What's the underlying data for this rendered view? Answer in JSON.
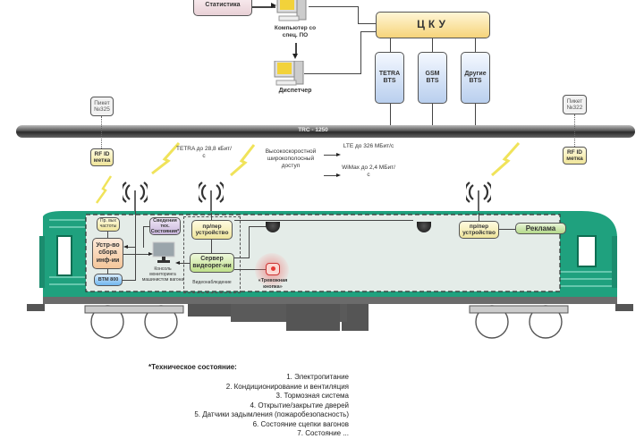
{
  "top": {
    "statistics_label": "Статистика",
    "computer_label": "Компьютер со спец. ПО",
    "dispatcher_label": "Диспетчер",
    "cku_label": "ЦКУ",
    "bts": [
      {
        "label": "TETRA BTS"
      },
      {
        "label": "GSM BTS"
      },
      {
        "label": "Другие BTS"
      }
    ]
  },
  "track": {
    "cable_label": "TRC - 1250",
    "picket_left": "Пикет №325",
    "picket_right": "Пикет №322",
    "rfid_left": "RF ID метка",
    "rfid_right": "RF ID метка"
  },
  "links": {
    "tetra_label": "TETRA до 28,8 кБит/с",
    "broadband_label": "Высокоскоростной широкополосный доступ",
    "lte_label": "LTE до 326 МБит/с",
    "wimax_label": "WiMax до 2,4 МБит/с"
  },
  "wagon": {
    "freq_label": "Пр. вых частоты",
    "collector_label": "Устр-во сбора инф-ии",
    "btm_label": "BTM 800",
    "tech_state_label": "Сведения тех. Состояния*",
    "console_label": "Консоль мониторинга машинистом вагона",
    "transceiver_left_label": "пр/пер устройство",
    "video_server_label": "Сервер видеорег-ии",
    "video_zone_label": "Видеонаблюдение",
    "alarm_label": "«Тревожная кнопка»",
    "transceiver_right_label": "пр/пер устройство",
    "ads_label": "Реклама"
  },
  "notes": {
    "title": "*Техническое состояние:",
    "items": [
      "1. Электропитание",
      "2. Кондиционирование и вентиляция",
      "3. Тормозная система",
      "4. Открытие/закрытие дверей",
      "5. Датчики задымления (пожаробезопасность)",
      "6. Состояние сцепки вагонов",
      "7. Состояние ..."
    ]
  },
  "colors": {
    "train_body": "#1fa17e",
    "cku_fill": "#f6d47a",
    "bts_fill": "#b9cfee",
    "alarm": "#e53935"
  }
}
